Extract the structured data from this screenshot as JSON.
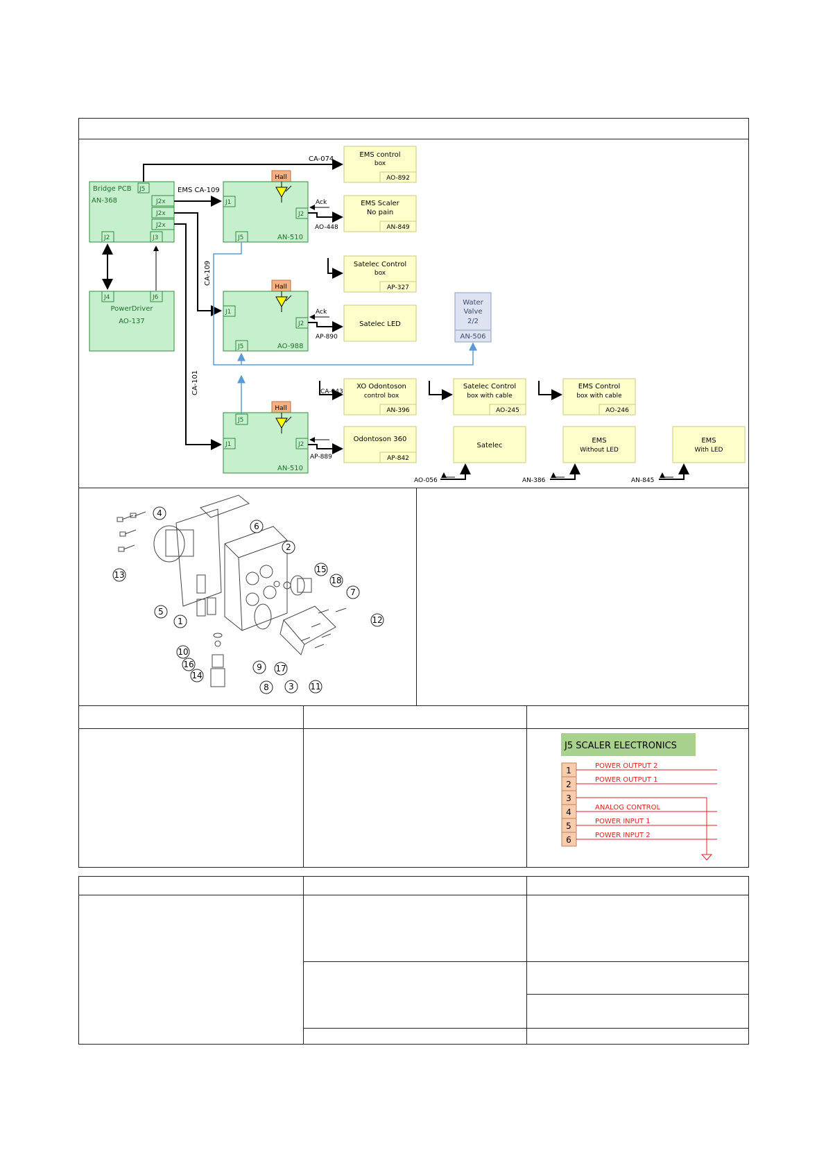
{
  "diagram": {
    "bridge": {
      "title": "Bridge PCB",
      "id": "AN-368",
      "j5": "J5",
      "j2x": "J2x",
      "j2": "J2",
      "j3": "J3"
    },
    "powerdriver": {
      "j4": "J4",
      "j6": "J6",
      "title": "PowerDriver",
      "id": "AO-137"
    },
    "hall": "Hall",
    "scaler1": {
      "j1": "J1",
      "j2": "J2",
      "j5": "J5",
      "id": "AN-510"
    },
    "scaler2": {
      "j1": "J1",
      "j2": "J2",
      "j5": "J5",
      "id": "AO-988"
    },
    "scaler3": {
      "j1": "J1",
      "j2": "J2",
      "j5": "J5",
      "id": "AN-510"
    },
    "cables": {
      "ca074": "CA-074",
      "ems_ca109": "EMS  CA-109",
      "ca109": "CA-109",
      "ca101": "CA-101",
      "ca043": "CA-043"
    },
    "labels": {
      "ack1": "Ack",
      "ao448": "AO-448",
      "ack2": "Ack",
      "ap890": "AP-890",
      "ap889": "AP-889",
      "ao056": "AO-056",
      "an386": "AN-386",
      "an845": "AN-845"
    },
    "ems_control_box": {
      "line1": "EMS control",
      "line2": "box",
      "id": "AO-892"
    },
    "ems_scaler": {
      "line1": "EMS Scaler",
      "line2": "No pain",
      "id": "AN-849"
    },
    "satelec_control_box": {
      "line1": "Satelec Control",
      "line2": "box",
      "id": "AP-327"
    },
    "satelec_led": {
      "line1": "Satelec LED"
    },
    "water_valve": {
      "line1": "Water",
      "line2": "Valve",
      "line3": "2/2",
      "id": "AN-506"
    },
    "xo_box": {
      "line1": "XO Odontoson",
      "line2": "control box",
      "id": "AN-396"
    },
    "satelec_cable_box": {
      "line1": "Satelec Control",
      "line2": "box with cable",
      "id": "AO-245"
    },
    "ems_cable_box": {
      "line1": "EMS Control",
      "line2": "box with cable",
      "id": "AO-246"
    },
    "odontoson": {
      "line1": "Odontoson 360",
      "id": "AP-842"
    },
    "satelec": {
      "line1": "Satelec"
    },
    "ems_without_led": {
      "line1": "EMS",
      "line2": "Without LED"
    },
    "ems_with_led": {
      "line1": "EMS",
      "line2": "With LED"
    }
  },
  "exploded_view": {
    "callouts": [
      "4",
      "6",
      "13",
      "2",
      "5",
      "15",
      "18",
      "7",
      "1",
      "12",
      "10",
      "16",
      "9",
      "17",
      "14",
      "8",
      "3",
      "11"
    ]
  },
  "j5_connector": {
    "title": "J5  SCALER ELECTRONICS",
    "pins": [
      {
        "num": "1",
        "label": "POWER OUTPUT  2"
      },
      {
        "num": "2",
        "label": "POWER OUTPUT  1"
      },
      {
        "num": "3",
        "label": ""
      },
      {
        "num": "4",
        "label": "ANALOG CONTROL"
      },
      {
        "num": "5",
        "label": "POWER INPUT  1"
      },
      {
        "num": "6",
        "label": "POWER INPUT  2"
      }
    ]
  },
  "colors": {
    "green_fill": "#c6efce",
    "green_stroke": "#2e8b3a",
    "yellow_fill": "#ffffcc",
    "blue_fill": "#dde3f0",
    "hall_fill": "#f4b183",
    "wire_blue": "#5b9bd5",
    "red": "#e02020"
  }
}
